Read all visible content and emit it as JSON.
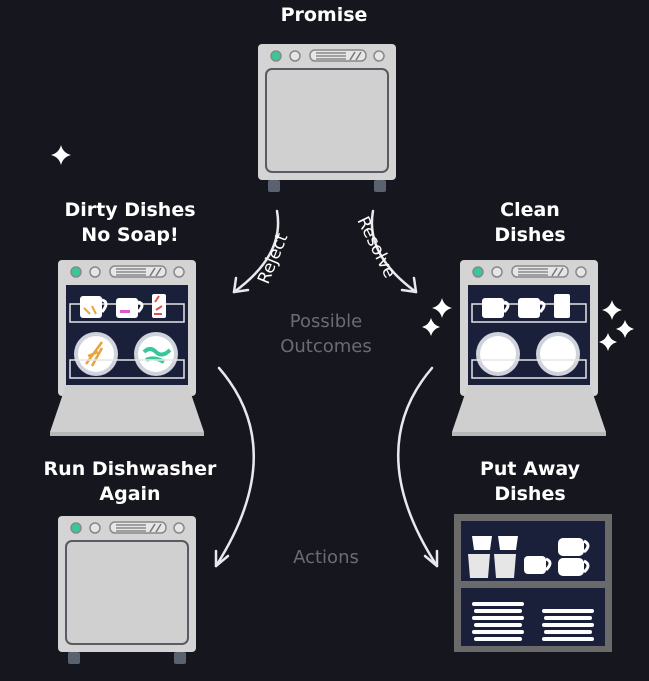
{
  "promise": {
    "label": "Promise"
  },
  "branches": {
    "reject_label": "Reject",
    "resolve_label": "Resolve"
  },
  "outcomes": {
    "title_line1": "Possible",
    "title_line2": "Outcomes",
    "rejected": {
      "line1": "Dirty Dishes",
      "line2": "No Soap!"
    },
    "resolved": {
      "line1": "Clean",
      "line2": "Dishes"
    }
  },
  "actions": {
    "title": "Actions",
    "retry": {
      "line1": "Run Dishwasher",
      "line2": "Again"
    },
    "finish": {
      "line1": "Put Away",
      "line2": "Dishes"
    }
  },
  "colors": {
    "background": "#16161e",
    "machine_body": "#d4d4d4",
    "machine_interior": "#1a1f3a",
    "indicator_light": "#37c79a",
    "stain_orange": "#e8a43a",
    "stain_green": "#37c79a",
    "stain_red": "#e05050",
    "stain_pink": "#e058c8",
    "muted_text": "#6b6b75"
  }
}
